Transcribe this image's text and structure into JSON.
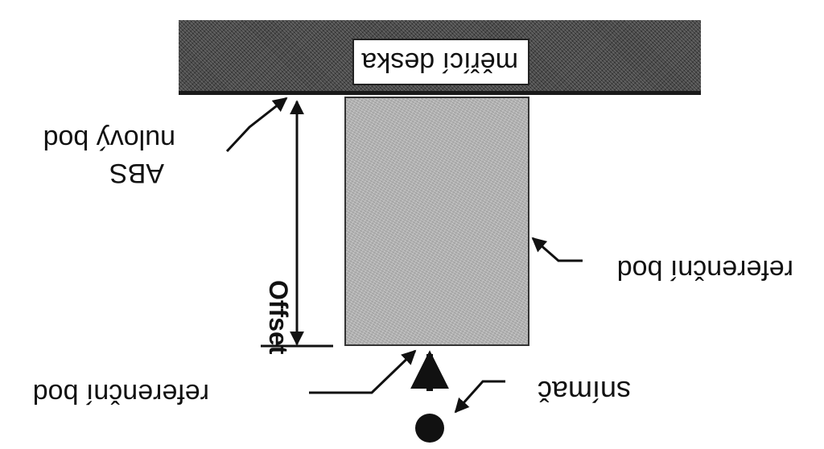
{
  "labels": {
    "measuring_plate": "měřící deska",
    "abs_zero_line1": "nulový bod",
    "abs_zero_line2": "ABS",
    "offset": "Offset",
    "reference_point_right": "referenční bod",
    "reference_point_bottom": "referenční bod",
    "sensor": "snímač"
  },
  "colors": {
    "ink": "#111111",
    "bar": "#4a4a4a",
    "block": "#b5b5b5",
    "background": "#ffffff"
  }
}
